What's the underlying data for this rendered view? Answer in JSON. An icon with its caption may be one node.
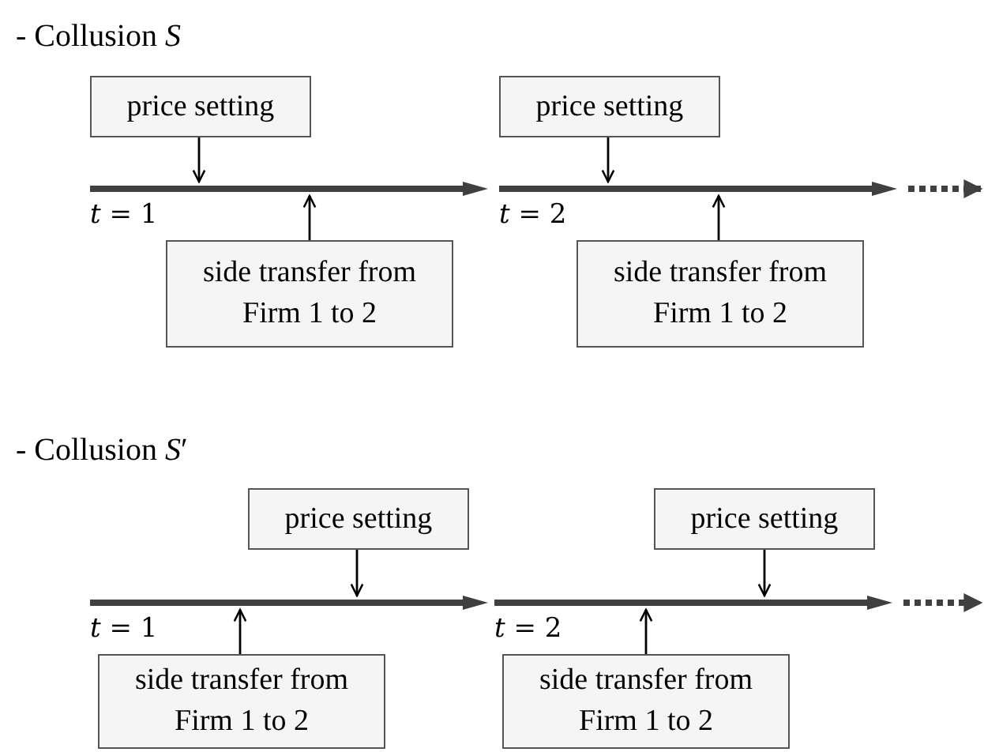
{
  "diagram": {
    "nodes": [
      {
        "text": [
          "price setting"
        ]
      },
      {
        "text": [],
        "shape": "bar",
        "beside": [
          "*t* = 1"
        ]
      },
      {
        "text": [
          "side transfer from Firm 1 to 2"
        ]
      },
      {
        "text": [
          "price setting"
        ]
      },
      {
        "text": [],
        "shape": "bar",
        "beside": [
          "*t* = 2"
        ]
      },
      {
        "text": [
          "side transfer from Firm 1 to 2"
        ]
      },
      {
        "text": [
          "price setting"
        ]
      },
      {
        "text": [],
        "shape": "bar",
        "beside": [
          "*t* = 1"
        ]
      },
      {
        "text": [
          "side transfer from Firm 1 to 2"
        ]
      },
      {
        "text": [
          "price setting"
        ]
      },
      {
        "text": [],
        "shape": "bar",
        "beside": [
          "*t* = 2"
        ]
      },
      {
        "text": [
          "side transfer from Firm 1 to 2"
        ]
      }
    ],
    "edges": [
      {
        "from": 0,
        "to": 1,
        "arrow": "to"
      },
      {
        "from": 2,
        "to": 1,
        "arrow": "to"
      },
      {
        "from": 3,
        "to": 4,
        "arrow": "to"
      },
      {
        "from": 5,
        "to": 4,
        "arrow": "to"
      },
      {
        "from": 4,
        "to": null,
        "arrow": "to",
        "style": "dashed",
        "color": "#404040"
      },
      {
        "from": 6,
        "to": 7,
        "arrow": "to"
      },
      {
        "from": 8,
        "to": 7,
        "arrow": "to"
      },
      {
        "from": 9,
        "to": 10,
        "arrow": "to"
      },
      {
        "from": 11,
        "to": 10,
        "arrow": "to"
      },
      {
        "from": 10,
        "to": null,
        "arrow": "to",
        "style": "dashed",
        "color": "#404040"
      }
    ],
    "labels": [
      "- Collusion *S*",
      "- Collusion *S*′"
    ]
  }
}
